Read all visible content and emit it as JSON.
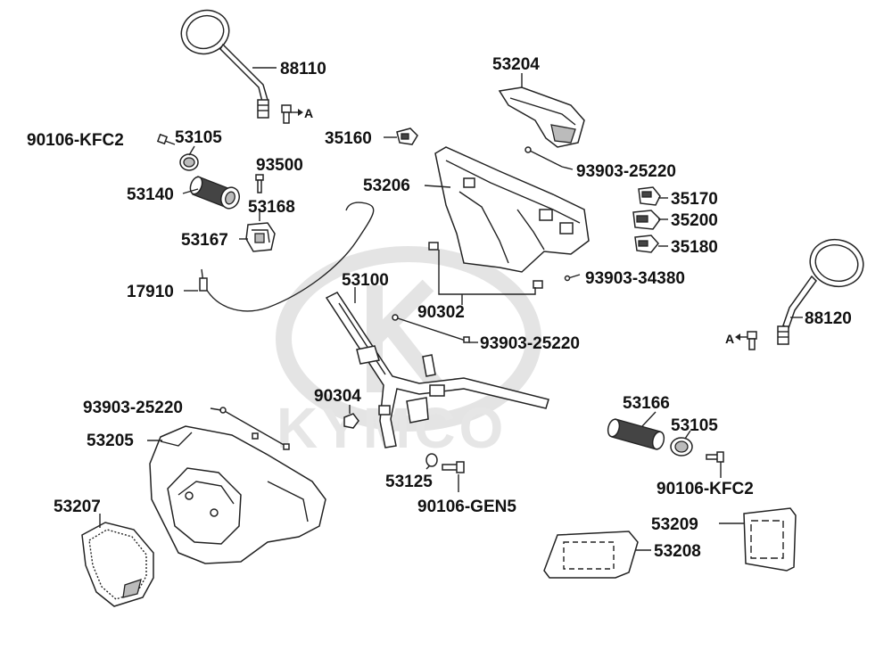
{
  "watermark": {
    "brand": "KYMCO"
  },
  "labels": {
    "p88110": "88110",
    "p53204": "53204",
    "pA_left": "A",
    "p90106_kfc2_left": "90106-KFC2",
    "p53105_left": "53105",
    "p35160": "35160",
    "p93500": "93500",
    "p93903_25220_top": "93903-25220",
    "p53206": "53206",
    "p53140": "53140",
    "p53168": "53168",
    "p35170": "35170",
    "p35200": "35200",
    "p53167": "53167",
    "p35180": "35180",
    "p93903_34380": "93903-34380",
    "p17910": "17910",
    "p53100": "53100",
    "p90302": "90302",
    "p88120": "88120",
    "pA_right": "A",
    "p93903_25220_mid": "93903-25220",
    "p90304": "90304",
    "p53166": "53166",
    "p93903_25220_left": "93903-25220",
    "p53105_right": "53105",
    "p53205": "53205",
    "p53125": "53125",
    "p90106_kfc2_right": "90106-KFC2",
    "p53207": "53207",
    "p90106_gen5": "90106-GEN5",
    "p53209": "53209",
    "p53208": "53208"
  }
}
